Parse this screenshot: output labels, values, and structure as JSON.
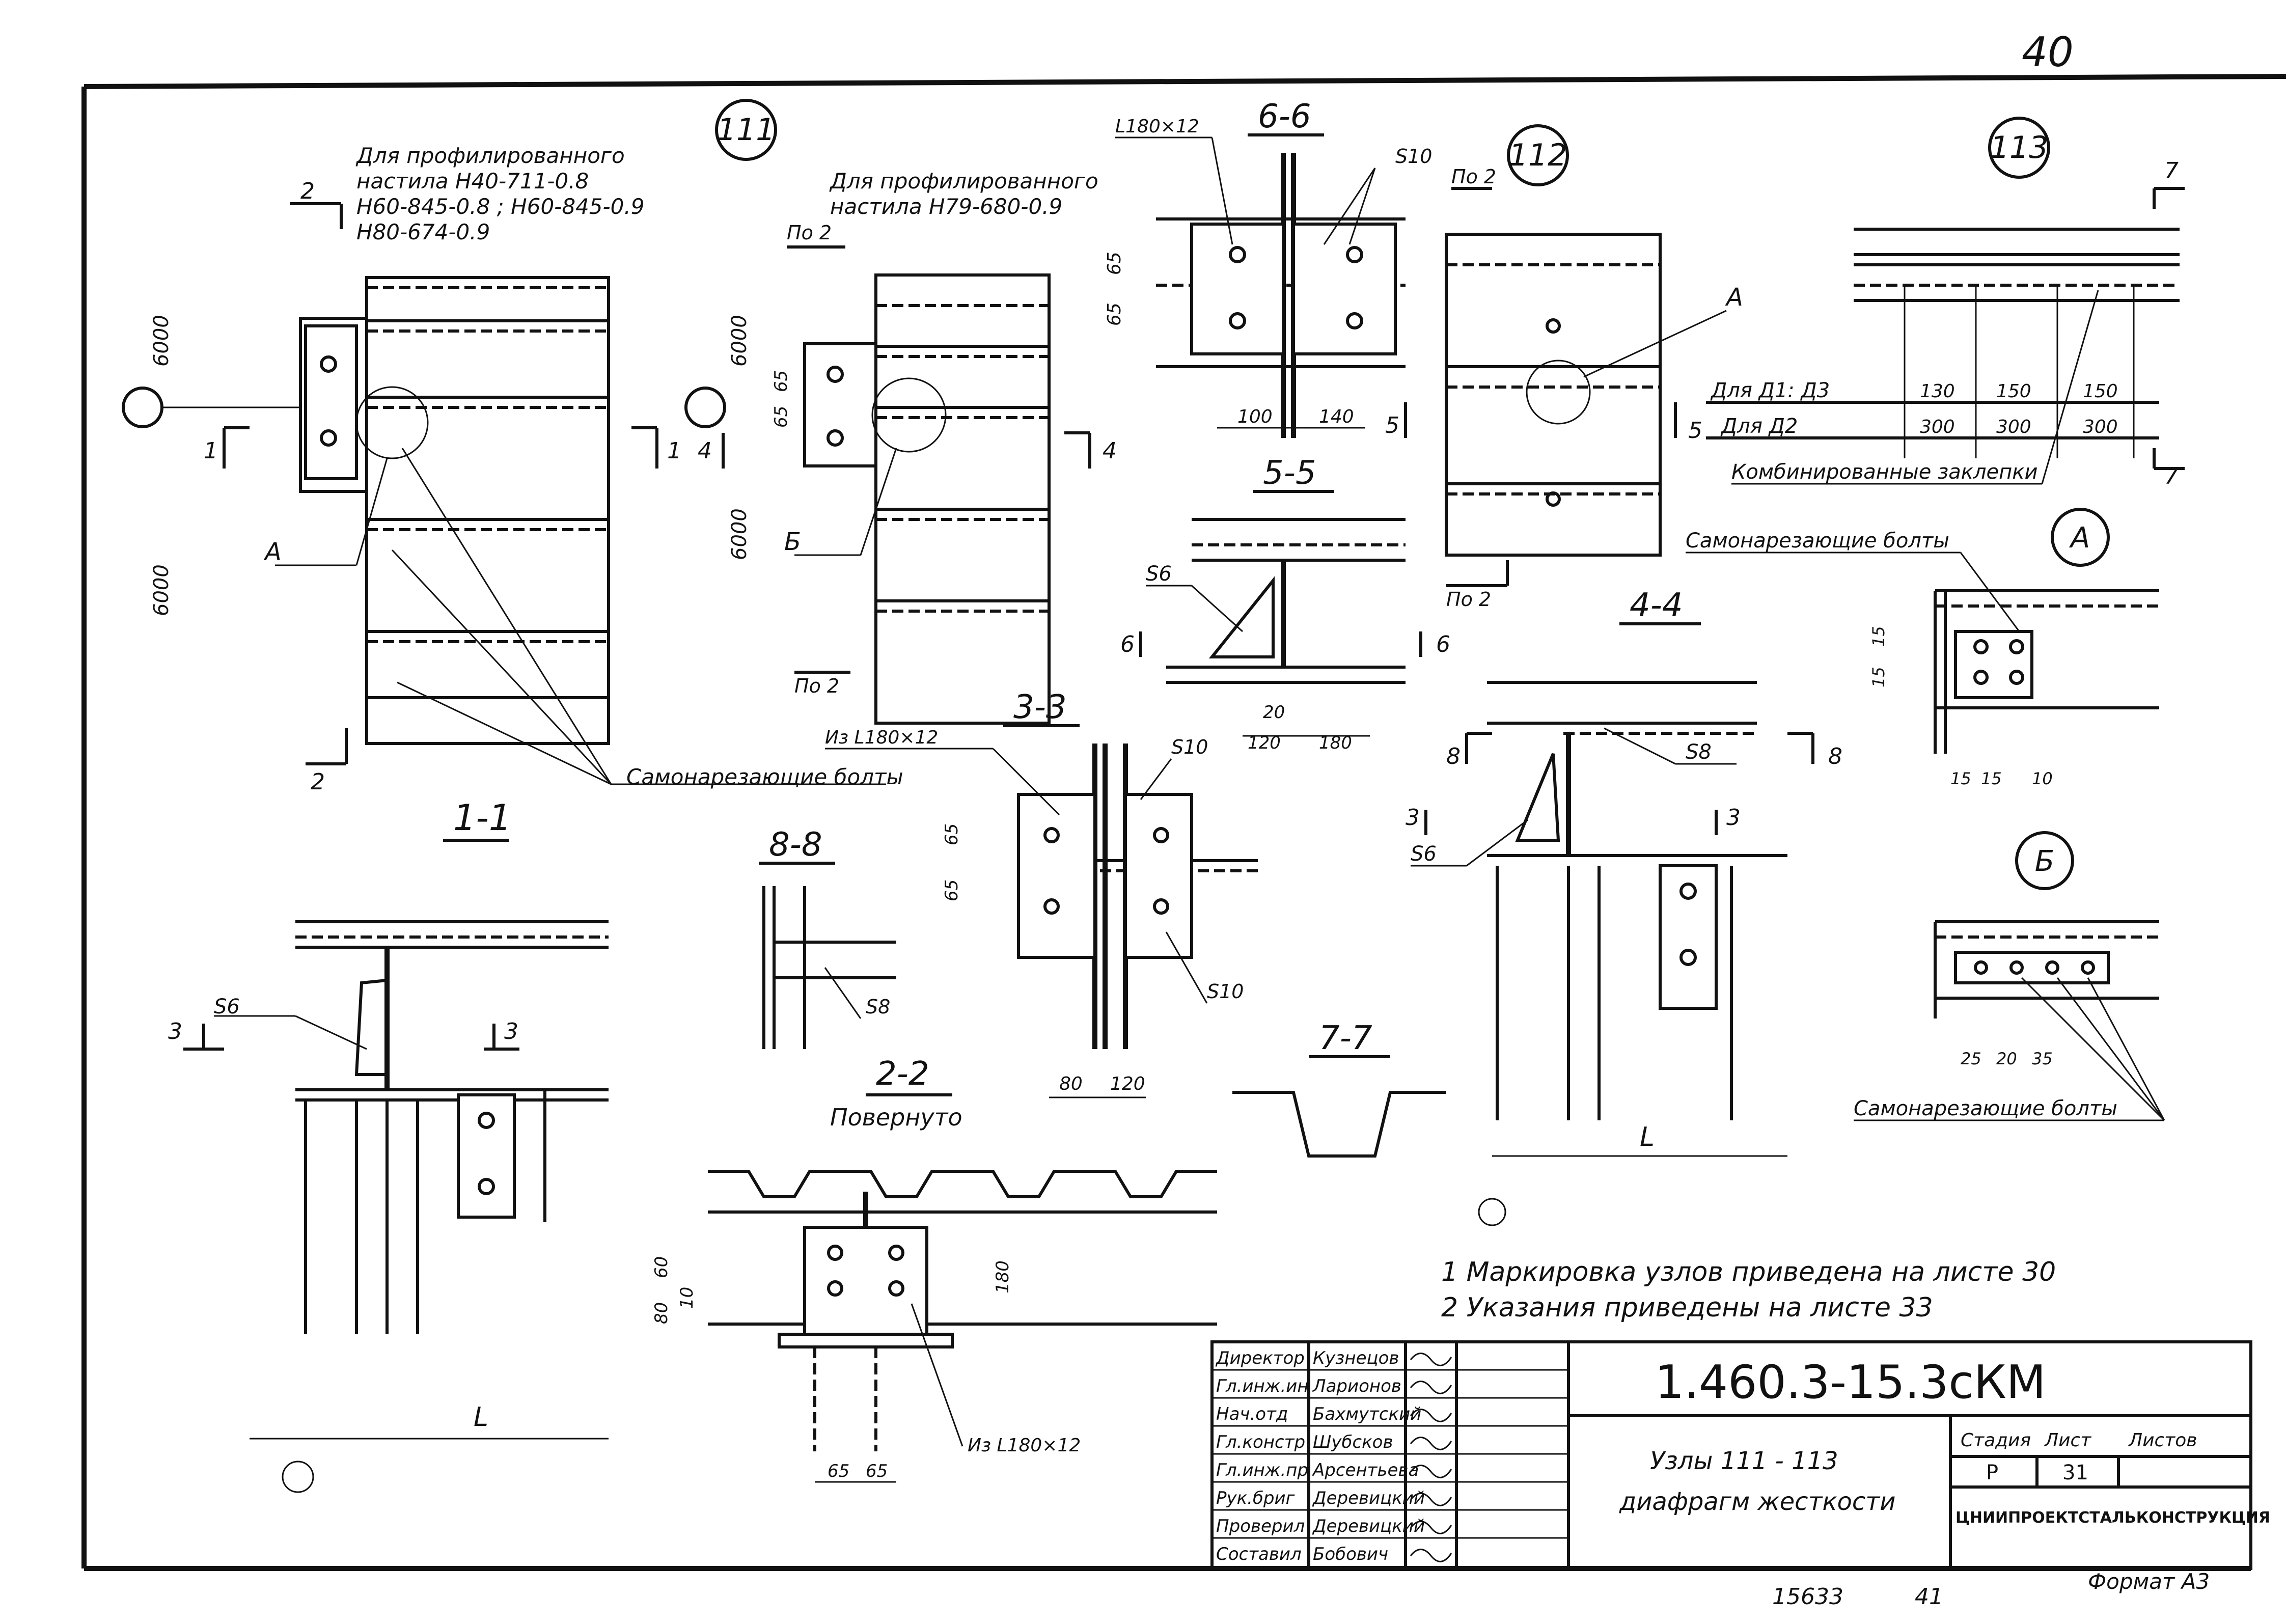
{
  "page": {
    "sheet_number": "40"
  },
  "nodes": {
    "node_111": "111",
    "node_112": "112",
    "node_113": "113",
    "callout_a": "А",
    "callout_b": "Б"
  },
  "notes_left": {
    "title": "Для профилированного",
    "line2": "настила Н40-711-0.8",
    "line3": "Н60-845-0.8 ; Н60-845-0.9",
    "line4": "Н80-674-0.9"
  },
  "notes_mid": {
    "title": "Для профилированного",
    "line2": "настила Н79-680-0.9"
  },
  "section_labels": {
    "s1_1": "1-1",
    "s2_2": "2-2",
    "s2_2_sub": "Повернуто",
    "s3_3": "3-3",
    "s4_4": "4-4",
    "s5_5": "5-5",
    "s6_6": "6-6",
    "s7_7": "7-7",
    "s8_8": "8-8"
  },
  "markers": {
    "m1": "1",
    "m2": "2",
    "m3": "3",
    "m4": "4",
    "m5": "5",
    "m6": "6",
    "m7": "7",
    "m8": "8",
    "po2": "По 2"
  },
  "dims": {
    "d6000": "6000",
    "d65": "65",
    "d100": "100",
    "d140": "140",
    "d130": "130",
    "d150": "150",
    "d300": "300",
    "d20": "20",
    "d120": "120",
    "d180": "180",
    "d80": "80",
    "d60": "60",
    "d10": "10",
    "d15": "15",
    "d25": "25",
    "d35": "35",
    "dL": "L"
  },
  "labels": {
    "angle_l180": "L180×12",
    "angle_iz": "Из L180×12",
    "s6": "S6",
    "s8": "S8",
    "s10": "S10",
    "bolts": "Самонарезающие болты",
    "rivets": "Комбинированные заклепки",
    "for_d1_d3": "Для Д1: Д3",
    "for_d2": "Для Д2"
  },
  "footnotes": {
    "n1": "1  Маркировка узлов приведена на листе 30",
    "n2": "2  Указания приведены на листе 33"
  },
  "title_block": {
    "designation": "1.460.3-15.3сКМ",
    "title_line1": "Узлы 111 - 113",
    "title_line2": "диафрагм жесткости",
    "stage_hdr": "Стадия",
    "sheet_hdr": "Лист",
    "sheets_hdr": "Листов",
    "stage": "Р",
    "sheet": "31",
    "org": "ЦНИИПРОЕКТСТАЛЬКОНСТРУКЦИЯ",
    "roles": [
      "Директор",
      "Гл.инж.ин",
      "Нач.отд",
      "Гл.констр",
      "Гл.инж.пр",
      "Рук.бриг",
      "Проверил",
      "Составил"
    ],
    "names": [
      "Кузнецов",
      "Ларионов",
      "Бахмутский",
      "Шубсков",
      "Арсентьева",
      "Деревицкий",
      "Деревицкий",
      "Бобович"
    ]
  },
  "bottom": {
    "archive": "15633",
    "copy": "41",
    "format": "Формат А3"
  }
}
